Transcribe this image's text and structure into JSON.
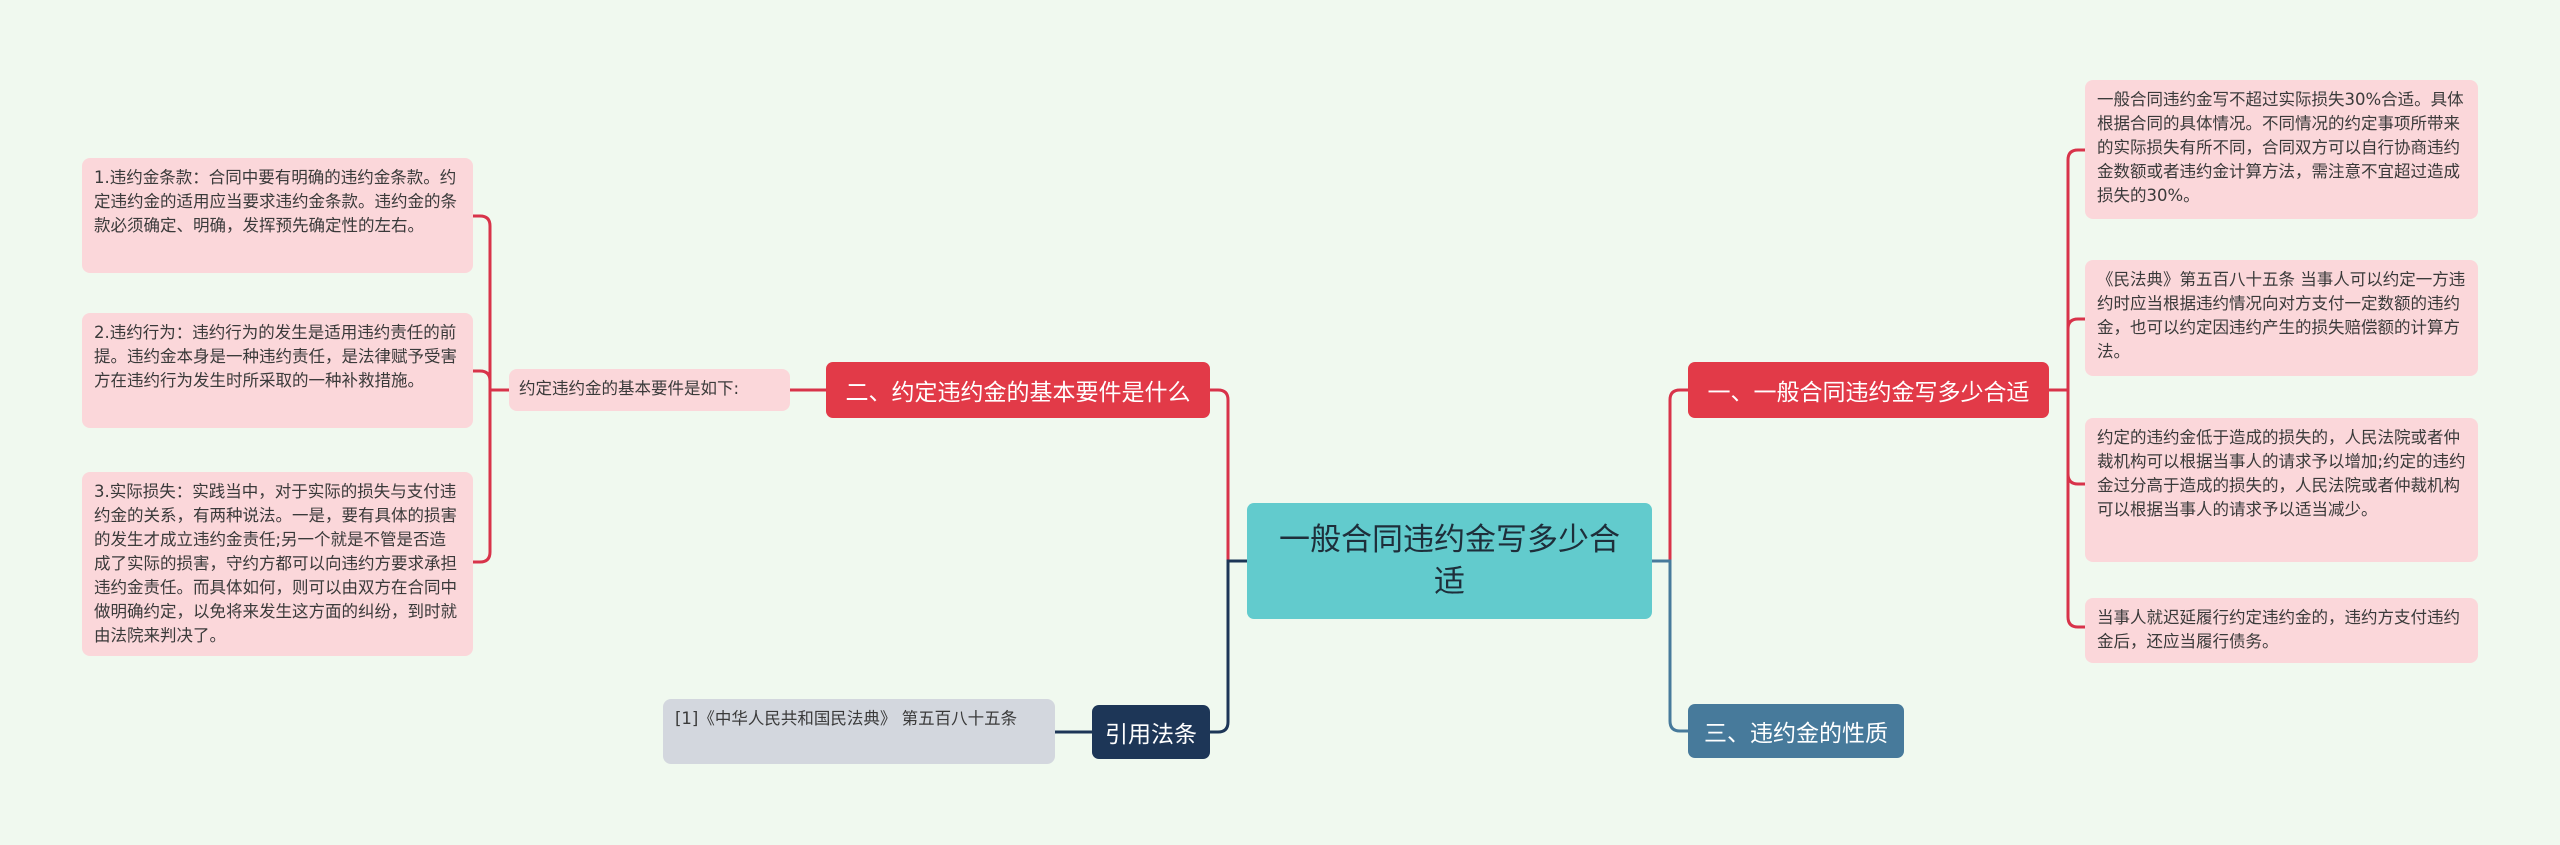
{
  "central": {
    "title": "一般合同违约金写多少合适"
  },
  "left": {
    "branch": {
      "label": "二、约定违约金的基本要件是什么"
    },
    "intro": "约定违约金的基本要件是如下:",
    "items": [
      "1.违约金条款：合同中要有明确的违约金条款。约定违约金的适用应当要求违约金条款。违约金的条款必须确定、明确，发挥预先确定性的左右。",
      "2.违约行为：违约行为的发生是适用违约责任的前提。违约金本身是一种违约责任，是法律赋予受害方在违约行为发生时所采取的一种补救措施。",
      "3.实际损失：实践当中，对于实际的损失与支付违约金的关系，有两种说法。一是，要有具体的损害的发生才成立违约金责任;另一个就是不管是否造成了实际的损害，守约方都可以向违约方要求承担违约金责任。而具体如何，则可以由双方在合同中做明确约定，以免将来发生这方面的纠纷，到时就由法院来判决了。"
    ]
  },
  "citation": {
    "branch": {
      "label": "引用法条"
    },
    "items": [
      "[1]《中华人民共和国民法典》 第五百八十五条"
    ]
  },
  "right": {
    "branch": {
      "label": "一、一般合同违约金写多少合适"
    },
    "items": [
      "一般合同违约金写不超过实际损失30%合适。具体根据合同的具体情况。不同情况的约定事项所带来的实际损失有所不同，合同双方可以自行协商违约金数额或者违约金计算方法，需注意不宜超过造成损失的30%。",
      "《民法典》第五百八十五条 当事人可以约定一方违约时应当根据违约情况向对方支付一定数额的违约金，也可以约定因违约产生的损失赔偿额的计算方法。",
      "约定的违约金低于造成的损失的，人民法院或者仲裁机构可以根据当事人的请求予以增加;约定的违约金过分高于造成的损失的，人民法院或者仲裁机构可以根据当事人的请求予以适当减少。",
      "当事人就迟延履行约定违约金的，违约方支付违约金后，还应当履行债务。"
    ]
  },
  "nature": {
    "branch": {
      "label": "三、违约金的性质"
    }
  },
  "colors": {
    "background": "#f0f9ef",
    "red": "#e23a48",
    "pink": "#fbd7da",
    "central": "#62cbcd",
    "navy": "#1d3657",
    "steel": "#477a9b",
    "gray": "#d3d7de"
  }
}
